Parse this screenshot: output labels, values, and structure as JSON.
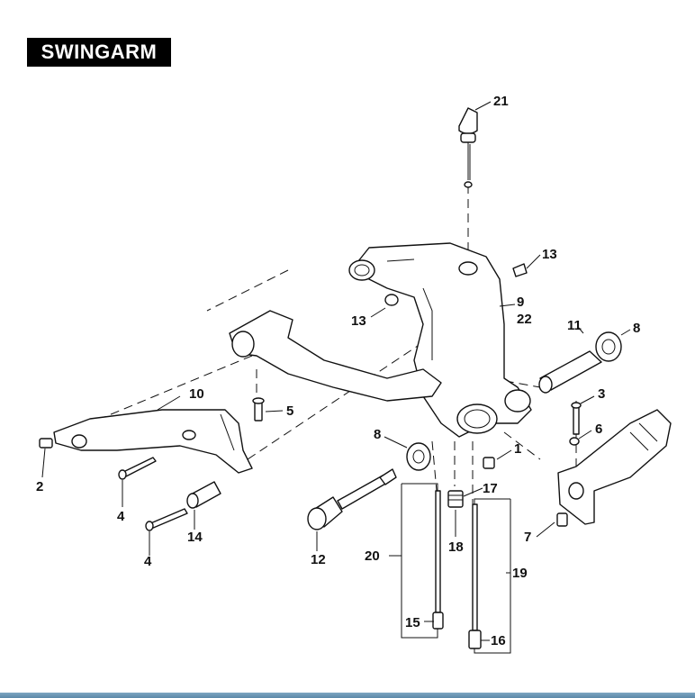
{
  "title": "SWINGARM",
  "callouts": {
    "c1": "1",
    "c2": "2",
    "c3": "3",
    "c4a": "4",
    "c4b": "4",
    "c5": "5",
    "c6": "6",
    "c7": "7",
    "c8a": "8",
    "c8b": "8",
    "c9": "9",
    "c10": "10",
    "c11": "11",
    "c12": "12",
    "c13a": "13",
    "c13b": "13",
    "c14": "14",
    "c15": "15",
    "c16": "16",
    "c17": "17",
    "c18": "18",
    "c19": "19",
    "c20": "20",
    "c21": "21",
    "c22": "22"
  }
}
